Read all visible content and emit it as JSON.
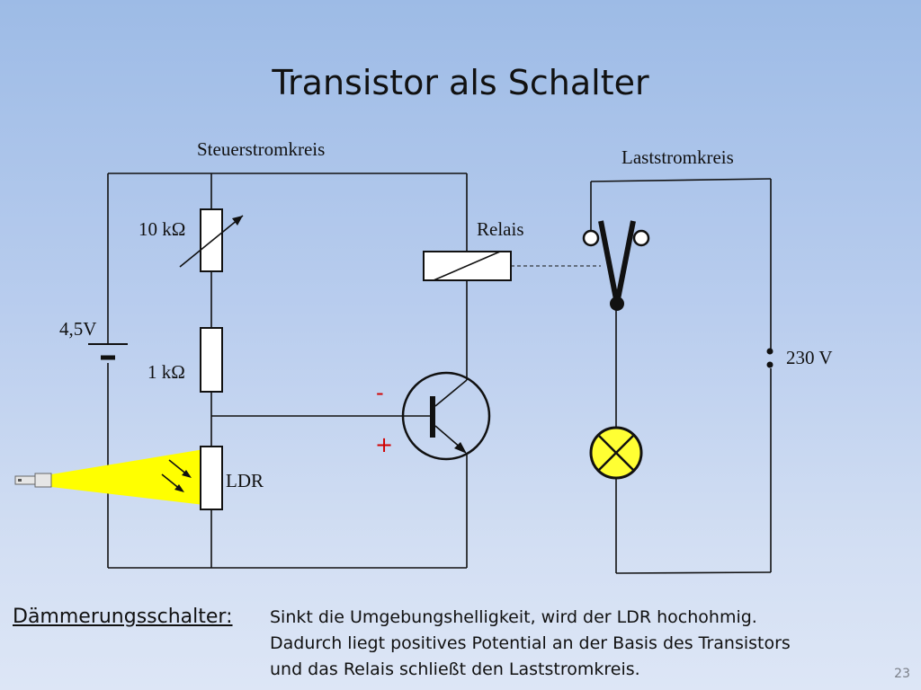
{
  "title": "Transistor als Schalter",
  "circuit": {
    "control_label": "Steuerstromkreis",
    "load_label": "Laststromkreis",
    "pot_label": "10 kΩ",
    "resistor_label": "1 kΩ",
    "battery_label": "4,5V",
    "relay_label": "Relais",
    "ldr_label": "LDR",
    "mains_label": "230 V",
    "minus_sign": "-",
    "plus_sign": "+",
    "colors": {
      "wire": "#111111",
      "light_beam": "#ffff00",
      "lamp": "#ffff33",
      "polarity": "#d10000"
    }
  },
  "heading": "Dämmerungsschalter:",
  "description": [
    "Sinkt die Umgebungshelligkeit, wird der LDR hochohmig.",
    "Dadurch liegt positives Potential an der Basis des Transistors",
    "und das Relais schließt den Laststromkreis."
  ],
  "page_number": "23"
}
